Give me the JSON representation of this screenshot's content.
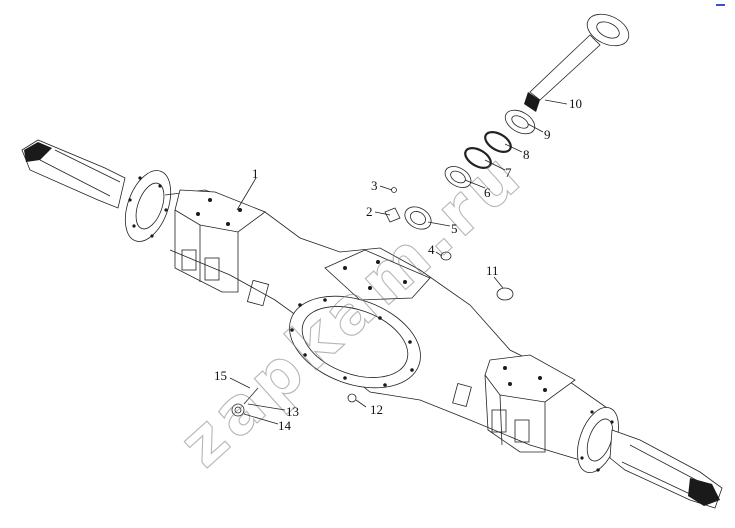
{
  "diagram": {
    "callouts": [
      {
        "id": "c1",
        "label": "1"
      },
      {
        "id": "c2",
        "label": "2"
      },
      {
        "id": "c3",
        "label": "3"
      },
      {
        "id": "c4",
        "label": "4"
      },
      {
        "id": "c5",
        "label": "5"
      },
      {
        "id": "c6",
        "label": "6"
      },
      {
        "id": "c7",
        "label": "7"
      },
      {
        "id": "c8",
        "label": "8"
      },
      {
        "id": "c9",
        "label": "9"
      },
      {
        "id": "c10",
        "label": "10"
      },
      {
        "id": "c11",
        "label": "11"
      },
      {
        "id": "c12",
        "label": "12"
      },
      {
        "id": "c13",
        "label": "13"
      },
      {
        "id": "c14",
        "label": "14"
      },
      {
        "id": "c15",
        "label": "15"
      }
    ],
    "watermark": "zapkam.ru",
    "colors": {
      "line": "#222222",
      "watermark": "#7a7a7a",
      "corner_mark": "#3a4fd8"
    }
  }
}
